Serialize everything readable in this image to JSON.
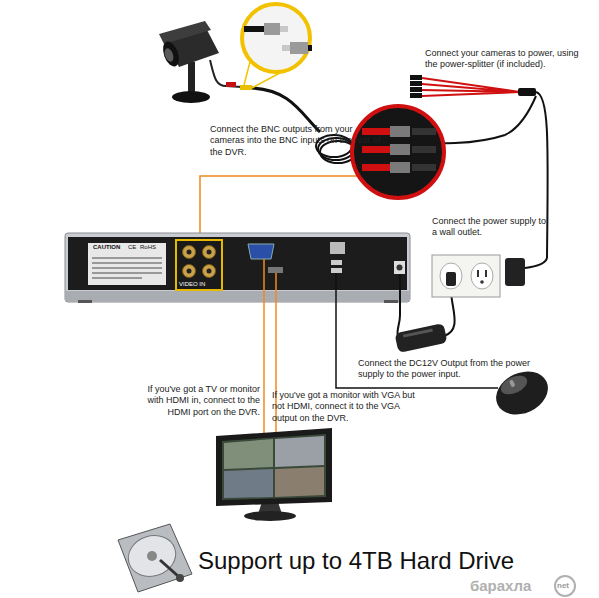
{
  "diagram": {
    "caption": "Support up to 4TB Hard Drive",
    "nodes": [
      {
        "text": [
          "CAUTION",
          "CE",
          "RoHS",
          "VIDEO IN"
        ]
      }
    ],
    "labels": [
      "Connect your cameras to power, using the power-splitter (if included).",
      "Connect the BNC outputs from your cameras into the BNC inputs on the rear of the DVR.",
      "Connect the power supply to a wall outlet.",
      "Connect the DC12V Output from the power supply to the power input.",
      "If you've got a TV or monitor with HDMI in, connect to the HDMI port on the DVR.",
      "If you've got a monitor with VGA but not HDMI, connect it to the VGA output on the DVR.",
      "барахла",
      "net"
    ]
  }
}
